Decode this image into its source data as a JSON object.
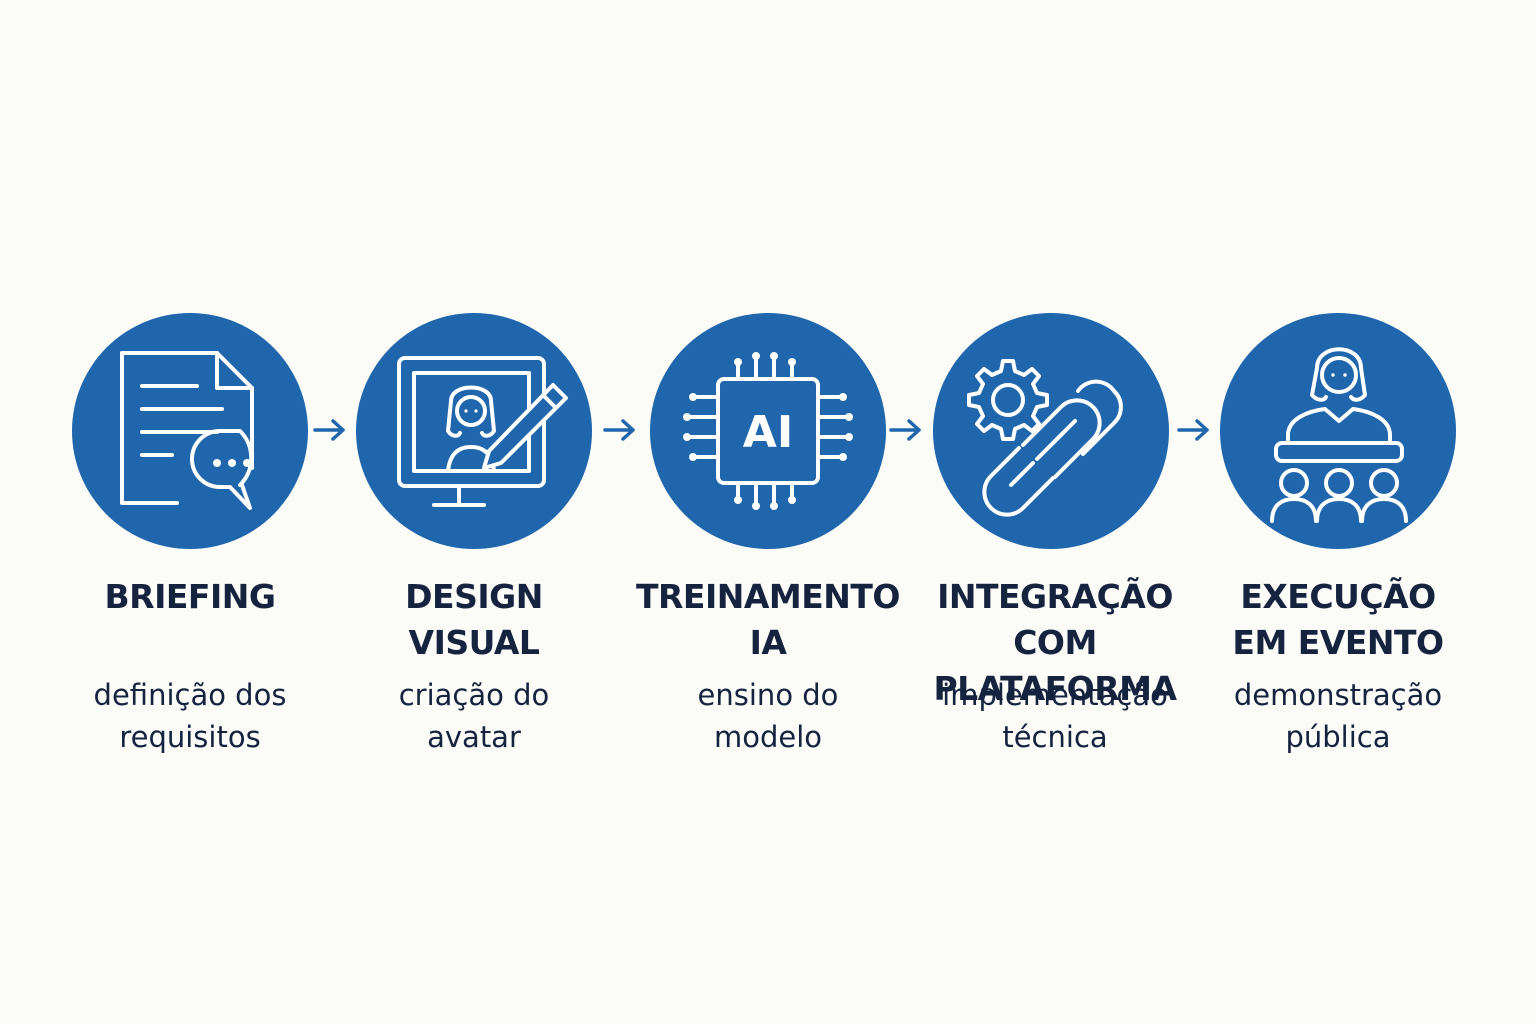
{
  "colors": {
    "background": "#fbfbf8",
    "circle": "#1f66ad",
    "icon_stroke": "#ffffff",
    "text": "#15233f",
    "arrow": "#1f66ad"
  },
  "steps": [
    {
      "title": "BRIEFING",
      "description": "definição dos\nrequisitos",
      "icon": "document-chat-icon"
    },
    {
      "title": "DESIGN\nVISUAL",
      "description": "criação do\navatar",
      "icon": "monitor-avatar-pencil-icon"
    },
    {
      "title": "TREINAMENTO\nIA",
      "description": "ensino do\nmodelo",
      "icon": "ai-chip-icon",
      "chip_label": "AI"
    },
    {
      "title": "INTEGRAÇÃO\nCOM PLATAFORMA",
      "description": "implementação\ntécnica",
      "icon": "gear-link-icon"
    },
    {
      "title": "EXECUÇÃO\nEM EVENTO",
      "description": "demonstração\npública",
      "icon": "presenter-audience-icon"
    }
  ]
}
